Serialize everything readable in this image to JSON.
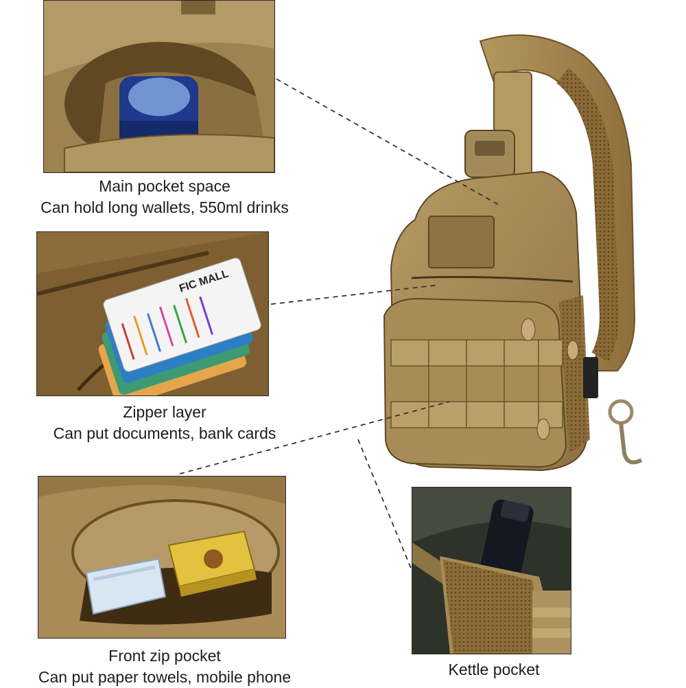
{
  "features": [
    {
      "id": "main_pocket",
      "title": "Main pocket space",
      "detail": "Can hold long wallets, 550ml drinks"
    },
    {
      "id": "zipper_layer",
      "title": "Zipper layer",
      "detail": "Can put documents, bank cards"
    },
    {
      "id": "front_zip",
      "title": "Front zip pocket",
      "detail": "Can put paper towels, mobile phone"
    },
    {
      "id": "kettle",
      "title": "Kettle pocket",
      "detail": ""
    }
  ],
  "card_text": "FIC MALL",
  "colors": {
    "coyote": "#a98a56",
    "coyote_dark": "#7d6234",
    "coyote_light": "#c3a672",
    "mesh": "#8f6f3a",
    "bottle_blue": "#1f3a8c",
    "leader": "#333333"
  }
}
